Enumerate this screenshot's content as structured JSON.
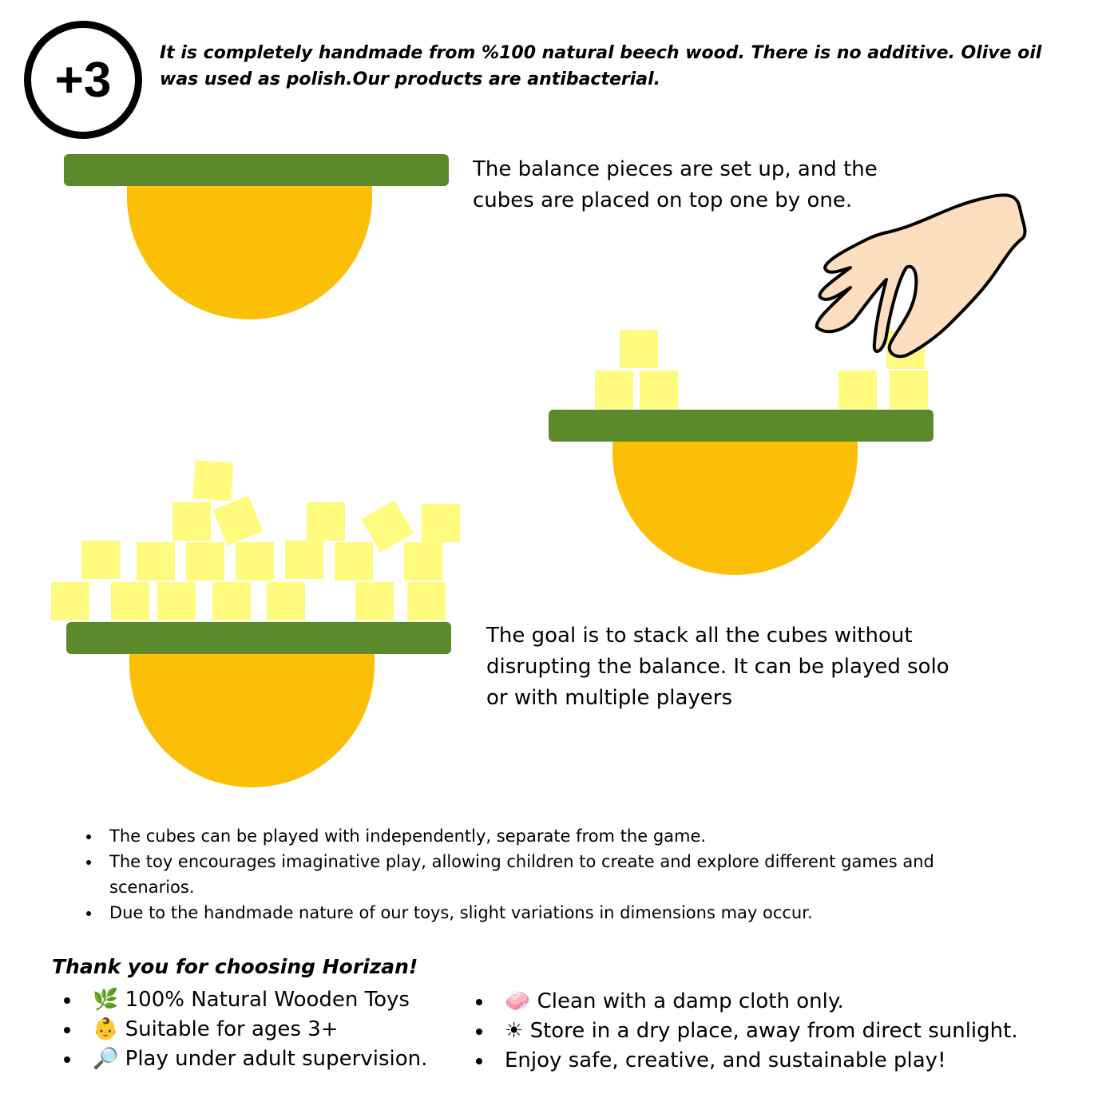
{
  "badge": {
    "label": "+3"
  },
  "intro": "It is completely handmade from %100 natural beech wood. There is no additive. Olive oil was used as polish.Our products are antibacterial.",
  "steps": [
    {
      "text": "The balance pieces are set up, and the cubes are placed on top one by one."
    },
    {
      "text": "The goal is to stack all the cubes without disrupting the balance. It can be played solo or with multiple players"
    }
  ],
  "notes": [
    "The cubes can be played with independently, separate from the game.",
    "The toy encourages imaginative play, allowing children to create and explore different games and scenarios.",
    "Due to the handmade nature of our toys, slight variations in dimensions may occur."
  ],
  "thanks": "Thank you for choosing Horizan!",
  "features_left": [
    {
      "icon": "🌿",
      "text": "100% Natural Wooden Toys"
    },
    {
      "icon": "👶",
      "text": "Suitable for ages 3+"
    },
    {
      "icon": "🔎",
      "text": "Play under adult supervision."
    }
  ],
  "features_right": [
    {
      "icon": "🧼",
      "text": "Clean with a damp cloth only."
    },
    {
      "icon": "☀",
      "text": "Store in a dry place, away from direct sunlight."
    },
    {
      "icon": "",
      "text": "Enjoy safe, creative, and sustainable play!"
    }
  ],
  "colors": {
    "board": "#5a8a2a",
    "bowl": "#fcbf07",
    "cube": "#fffb7f"
  }
}
